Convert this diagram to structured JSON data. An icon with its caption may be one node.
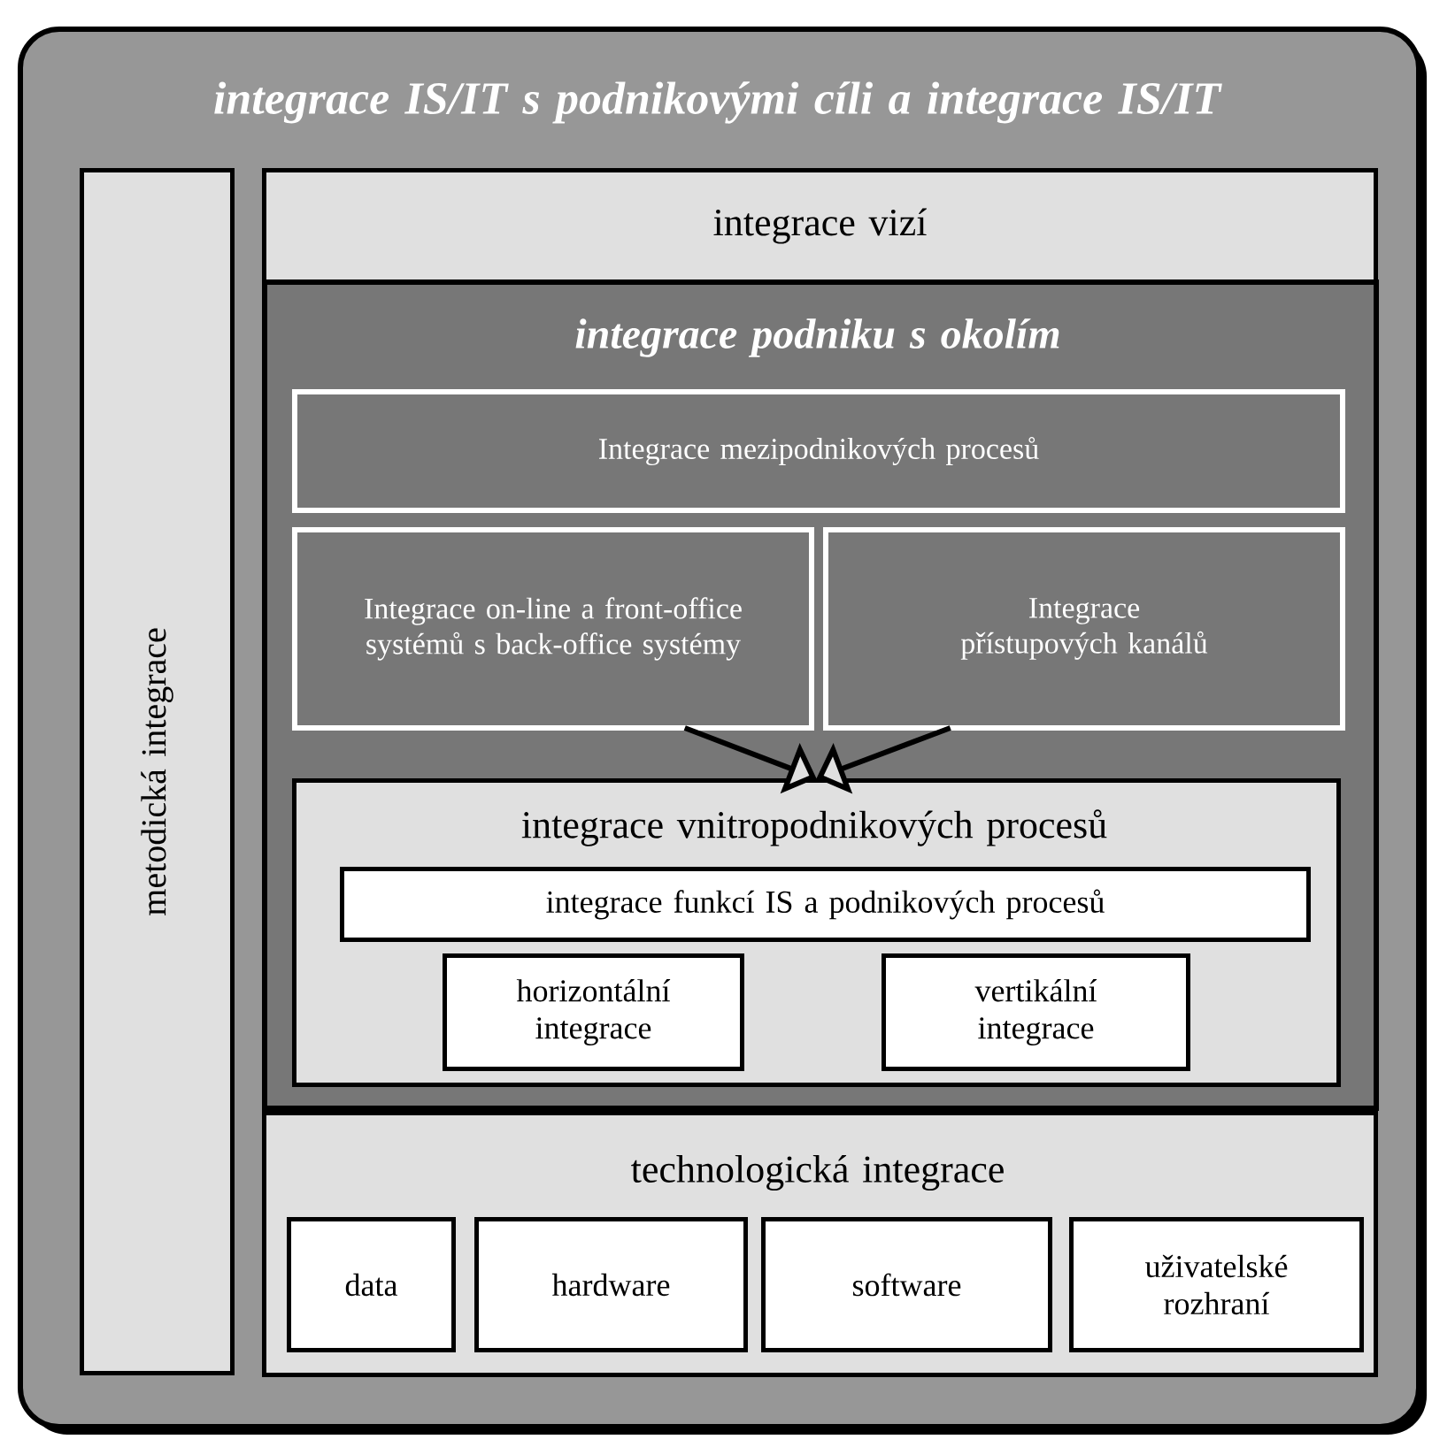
{
  "diagram": {
    "nodes": [
      {
        "text": [
          "integrace IS/IT s podnikovými cíli a integrace IS/IT"
        ]
      },
      {
        "text": [
          "metodická integrace"
        ],
        "in": 0
      },
      {
        "text": [
          "integrace vizí"
        ],
        "in": 0
      },
      {
        "text": [
          "integrace podniku s okolím"
        ],
        "in": 0
      },
      {
        "text": [
          "Integrace mezipodnikových procesů"
        ],
        "in": 3
      },
      {
        "text": [
          "Integrace on-line a front-office systémů s back-office systémy"
        ],
        "in": 3
      },
      {
        "text": [
          "Integrace přístupových kanálů"
        ],
        "in": 3
      },
      {
        "text": [
          "integrace vnitropodnikových procesů"
        ],
        "in": 3
      },
      {
        "text": [
          "integrace funkcí IS a podnikových procesů"
        ],
        "in": 7
      },
      {
        "text": [
          "horizontální integrace"
        ],
        "in": 7
      },
      {
        "text": [
          "vertikální integrace"
        ],
        "in": 7
      },
      {
        "text": [
          "technologická integrace"
        ],
        "in": 0
      },
      {
        "text": [
          "data"
        ],
        "in": 11
      },
      {
        "text": [
          "hardware"
        ],
        "in": 11
      },
      {
        "text": [
          "software"
        ],
        "in": 11
      },
      {
        "text": [
          "uživatelské rozhraní"
        ],
        "in": 11
      }
    ],
    "edges": [
      {
        "from": 5,
        "to": 7,
        "arrow": "to"
      },
      {
        "from": 6,
        "to": 7,
        "arrow": "to"
      }
    ]
  }
}
